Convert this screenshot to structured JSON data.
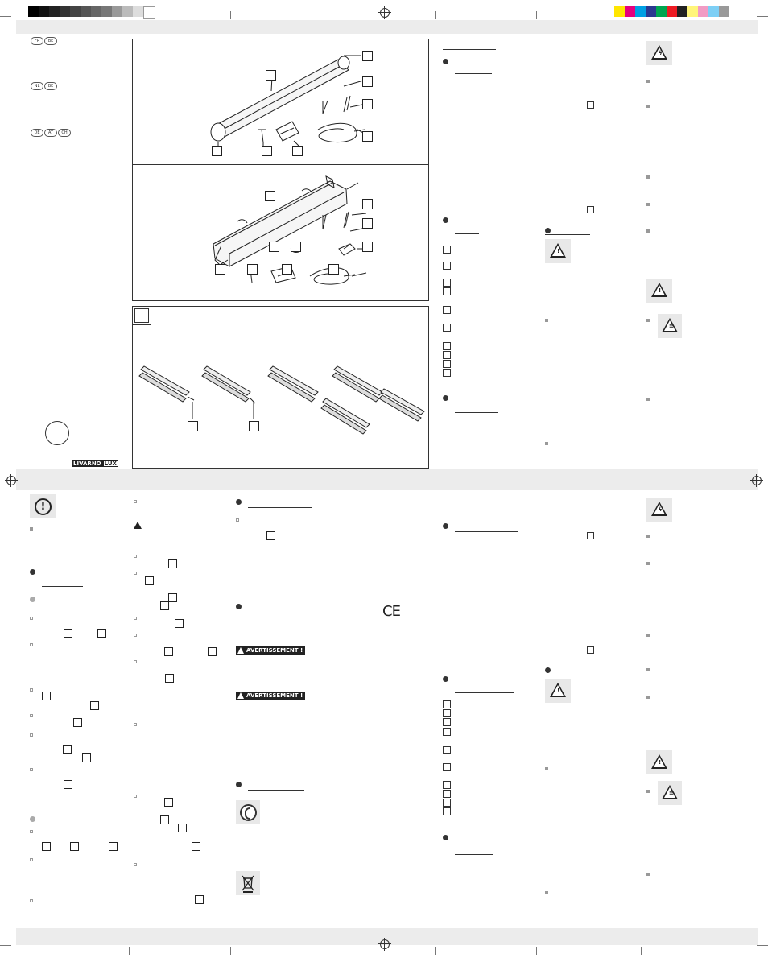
{
  "colors": {
    "grayscale": [
      "#000000",
      "#111111",
      "#222222",
      "#333333",
      "#444444",
      "#555555",
      "#666666",
      "#777777",
      "#999999",
      "#bbbbbb",
      "#dddddd",
      "#ffffff"
    ],
    "process": [
      "#ffe600",
      "#e6007e",
      "#00a0e3",
      "#2b3990",
      "#00a650",
      "#ed1c24",
      "#222222",
      "#fff57a",
      "#f19bc4",
      "#7dcff5",
      "#999999"
    ]
  },
  "language_flags": [
    {
      "codes": [
        "FR",
        "BE"
      ]
    },
    {
      "codes": [
        "NL",
        "BE"
      ]
    },
    {
      "codes": [
        "DE",
        "AT",
        "CH"
      ]
    }
  ],
  "brand": {
    "name": "LIVARNO",
    "suffix": "LUX"
  },
  "figure": {
    "panelA_labels": [
      "",
      "",
      "",
      "",
      "",
      "",
      ""
    ],
    "panelB_labels": [
      "",
      "",
      "",
      "",
      "",
      "",
      "",
      "",
      "",
      "",
      "",
      ""
    ],
    "panelC_tag": "",
    "panelC_labels": [
      "",
      ""
    ]
  },
  "page2": {
    "warning_labels": [
      "AVERTISSEMENT !",
      "AVERTISSEMENT !"
    ],
    "ce_mark": "CE"
  },
  "icons": {
    "attention": "exclamation-circle-icon",
    "electric": "electric-hazard-icon",
    "caution": "warning-triangle-icon",
    "recycle": "green-dot-recycle-icon",
    "weee": "crossed-bin-icon",
    "registration": "crop-registration-icon"
  }
}
